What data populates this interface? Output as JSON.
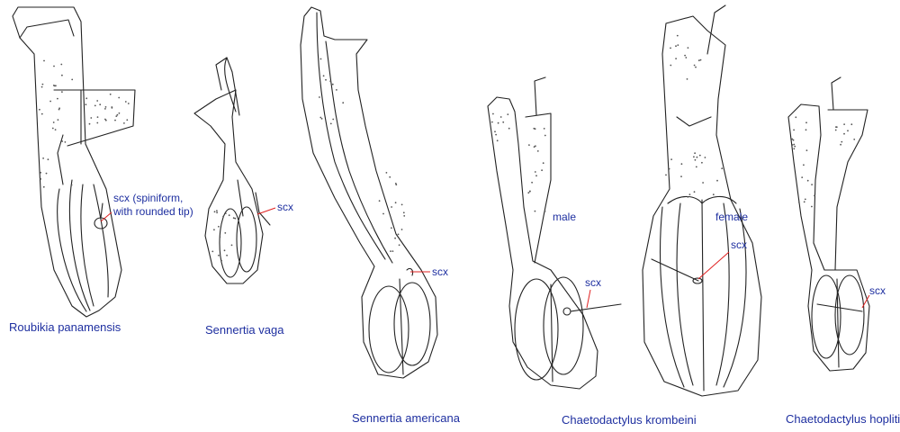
{
  "colors": {
    "label_text": "#1e2fa0",
    "pointer": "#e02020",
    "ink": "#222222",
    "stipple": "#555555"
  },
  "species": {
    "roubikia": "Roubikia panamensis",
    "sennertia_vaga": "Sennertia vaga",
    "sennertia_americana": "Sennertia americana",
    "chaetodactylus_krombeini": "Chaetodactylus krombeini",
    "chaetodactylus_hopliti": "Chaetodactylus hopliti"
  },
  "callouts": {
    "roubikia_line1": "scx (spiniform,",
    "roubikia_line2": "with rounded tip)",
    "vaga": "scx",
    "americana": "scx",
    "krombeini_male": "scx",
    "krombeini_female": "scx",
    "hopliti": "scx"
  },
  "sex_labels": {
    "male": "male",
    "female": "female"
  }
}
